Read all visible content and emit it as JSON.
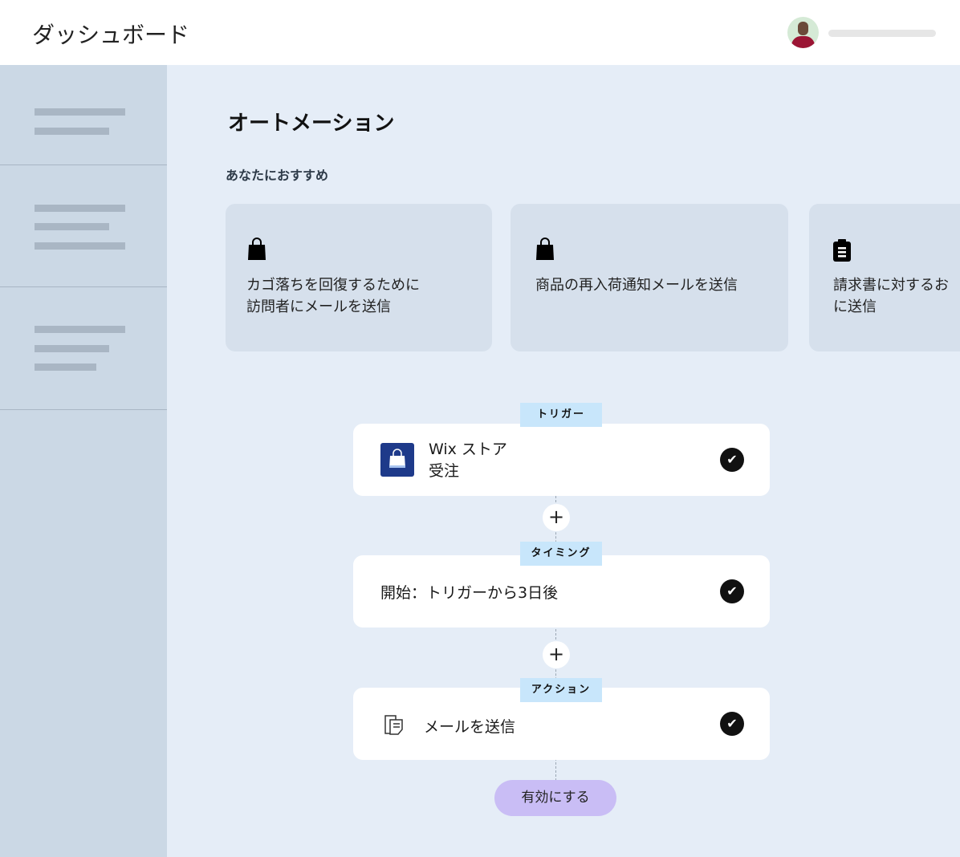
{
  "header": {
    "title": "ダッシュボード"
  },
  "main": {
    "title": "オートメーション",
    "recommended_label": "あなたにおすすめ",
    "cards": [
      {
        "icon": "shopping-bag-icon",
        "lines": [
          "カゴ落ちを回復するために",
          "訪問者にメールを送信"
        ]
      },
      {
        "icon": "shopping-bag-icon",
        "lines": [
          "商品の再入荷通知メールを送信"
        ]
      },
      {
        "icon": "clipboard-icon",
        "lines": [
          "請求書に対するお",
          "に送信"
        ]
      }
    ],
    "flow": {
      "trigger": {
        "tag": "トリガー",
        "line1": "Wix ストア",
        "line2": "受注",
        "icon": "wix-stores-icon"
      },
      "timing": {
        "tag": "タイミング",
        "text": "開始：トリガーから3日後"
      },
      "action": {
        "tag": "アクション",
        "text": "メールを送信",
        "icon": "email-icon"
      },
      "activate_label": "有効にする"
    }
  },
  "colors": {
    "accent_button": "#c9bdf5",
    "tag_bg": "#c8e6fb",
    "store_icon": "#1e3a8a"
  }
}
